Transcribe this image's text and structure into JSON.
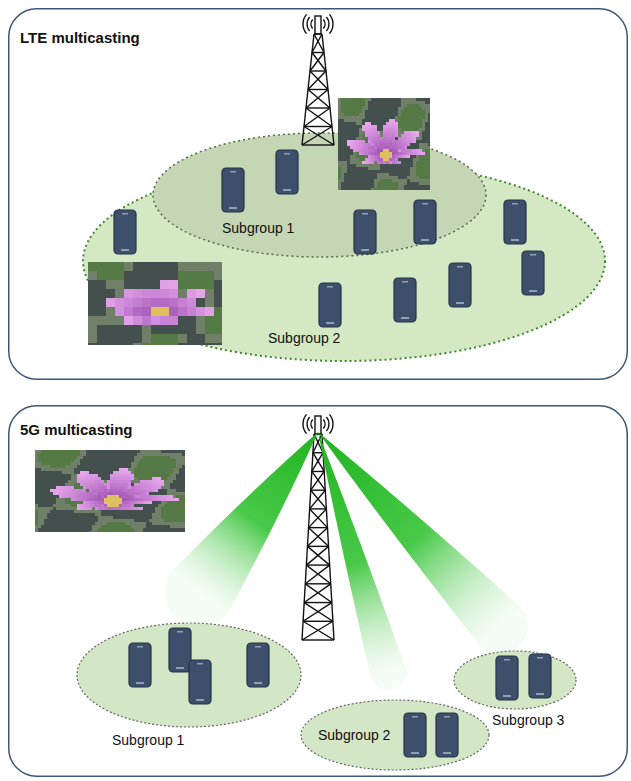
{
  "diagram": {
    "nodes": [
      {
        "text": [
          "LTE multicasting"
        ]
      },
      {
        "text": [
          "Subgroup 2"
        ],
        "in": 0
      },
      {
        "text": [
          "Subgroup 1"
        ],
        "in": 1
      },
      {
        "text": [
          "5G multicasting"
        ]
      },
      {
        "text": [
          "Subgroup 1"
        ],
        "in": 3
      },
      {
        "text": [
          "Subgroup 2"
        ],
        "in": 3
      },
      {
        "text": [
          "Subgroup 3"
        ],
        "in": 3
      }
    ]
  }
}
